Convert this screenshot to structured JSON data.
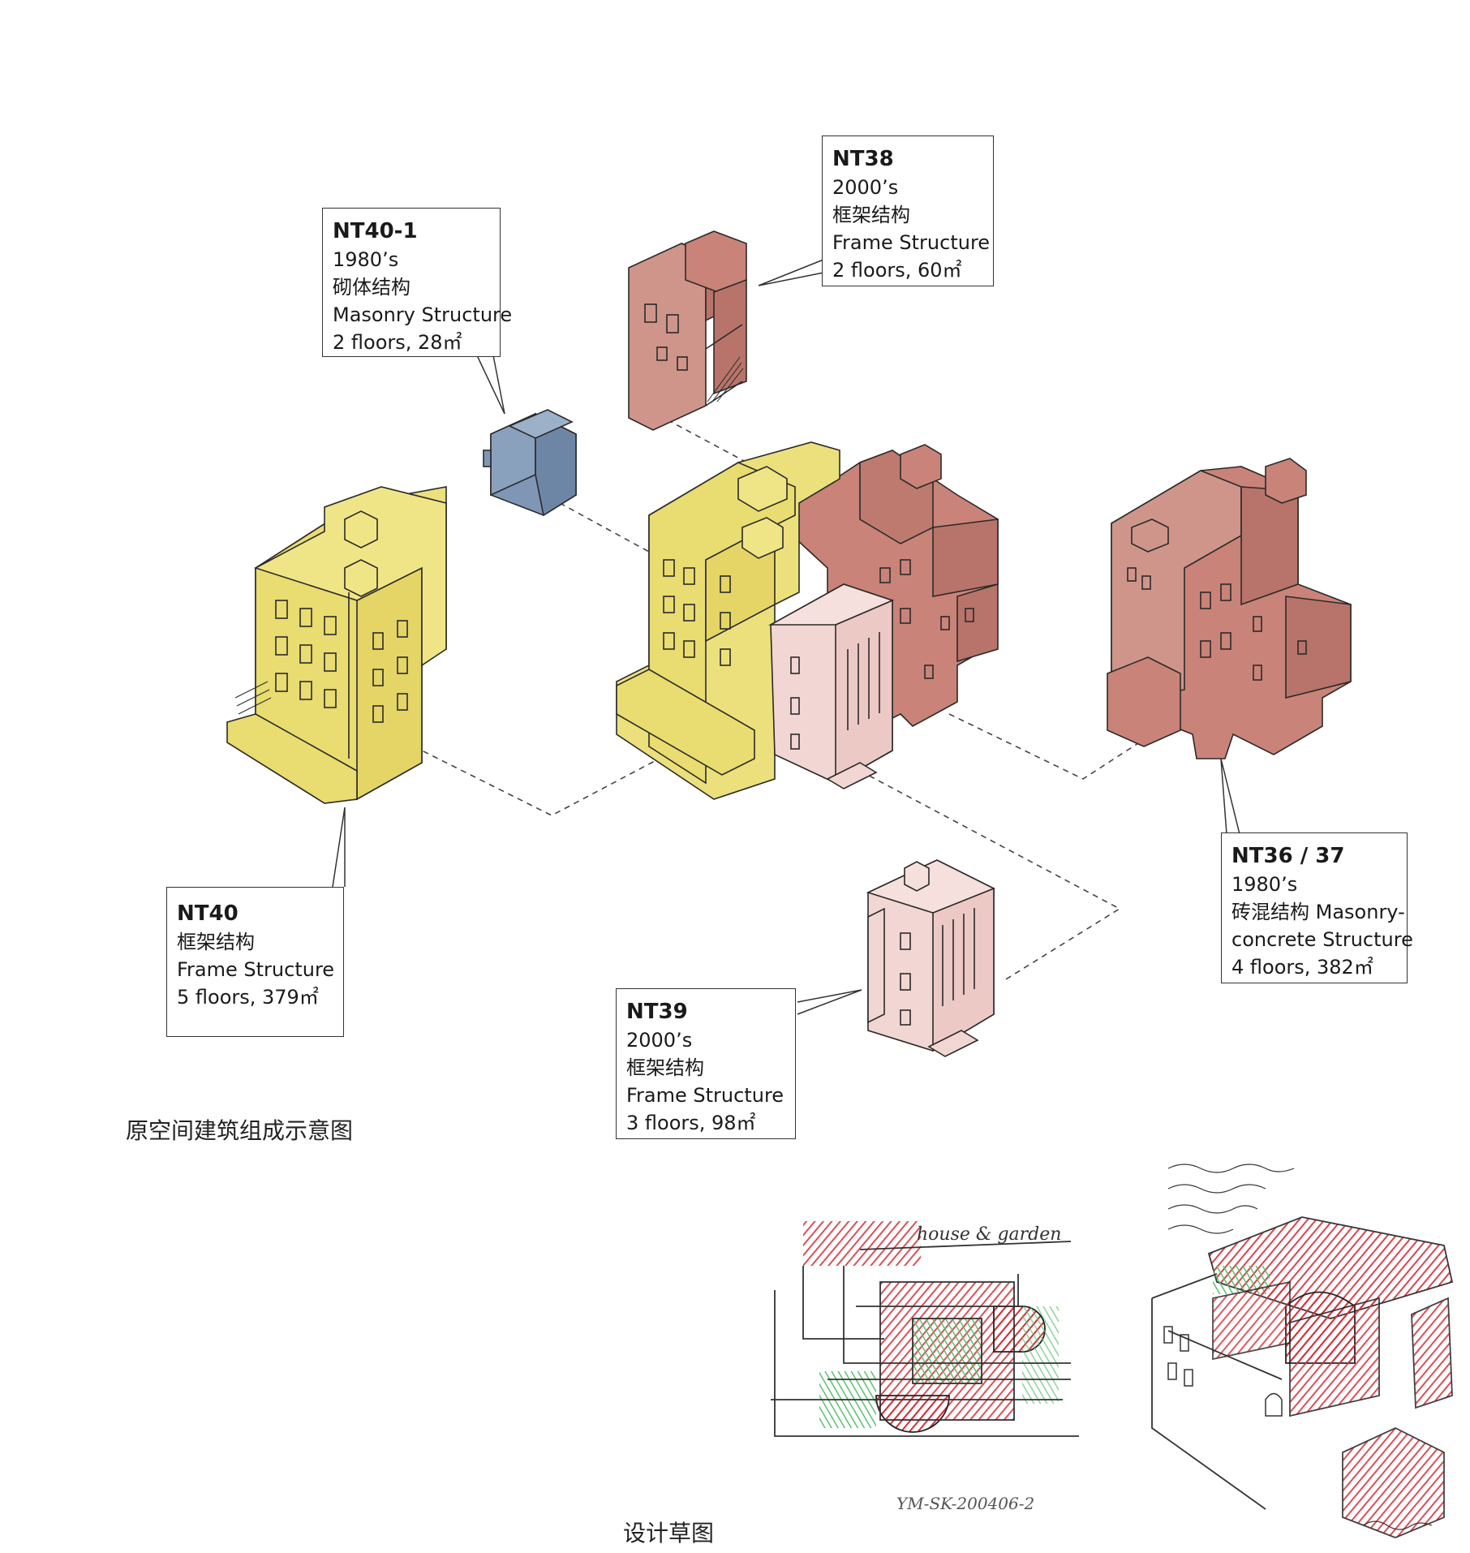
{
  "captions": {
    "composition": "原空间建筑组成示意图",
    "sketch": "设计草图"
  },
  "labels": {
    "nt40_1": {
      "id": "NT40-1",
      "year": "1980’s",
      "cn": "砌体结构",
      "en": "Masonry Structure",
      "info": "2 floors, 28㎡"
    },
    "nt38": {
      "id": "NT38",
      "year": "2000’s",
      "cn": "框架结构",
      "en": "Frame Structure",
      "info": "2 floors, 60㎡"
    },
    "nt40": {
      "id": "NT40",
      "cn": "框架结构",
      "en": "Frame Structure",
      "info": "5 floors, 379㎡"
    },
    "nt39": {
      "id": "NT39",
      "year": "2000’s",
      "cn": "框架结构",
      "en": "Frame Structure",
      "info": "3 floors, 98㎡"
    },
    "nt36_37": {
      "id": "NT36 / 37",
      "year": "1980’s",
      "cn_en": "砖混结构 Masonry-",
      "en2": "concrete Structure",
      "info": "4 floors, 382㎡"
    }
  },
  "colors": {
    "yellow": "#ece07c",
    "red": "#c98378",
    "pink": "#f2d6d3",
    "blue": "#7f97b5",
    "line": "#2a2a2a"
  },
  "sketch_notes": {
    "left": "house & garden",
    "left_id": "YM-SK-200406-2"
  }
}
